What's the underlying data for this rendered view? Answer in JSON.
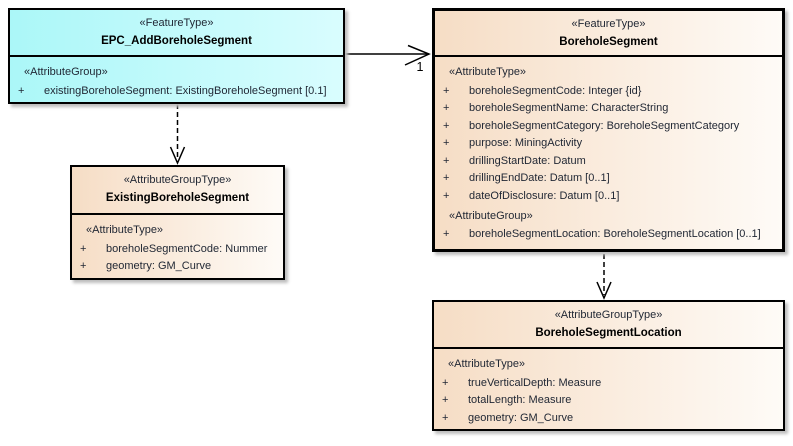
{
  "boxes": {
    "epc": {
      "stereotype": "«FeatureType»",
      "name": "EPC_AddBoreholeSegment",
      "group_heading": "«AttributeGroup»",
      "rows": [
        {
          "vis": "+",
          "text": "existingBoreholeSegment: ExistingBoreholeSegment [0.1]"
        }
      ]
    },
    "existing": {
      "stereotype": "«AttributeGroupType»",
      "name": "ExistingBoreholeSegment",
      "type_heading": "«AttributeType»",
      "rows": [
        {
          "vis": "+",
          "text": "boreholeSegmentCode: Nummer"
        },
        {
          "vis": "+",
          "text": "geometry: GM_Curve"
        }
      ]
    },
    "borehole": {
      "stereotype": "«FeatureType»",
      "name": "BoreholeSegment",
      "type_heading": "«AttributeType»",
      "type_rows": [
        {
          "vis": "+",
          "text": "boreholeSegmentCode: Integer {id}"
        },
        {
          "vis": "+",
          "text": "boreholeSegmentName: CharacterString"
        },
        {
          "vis": "+",
          "text": "boreholeSegmentCategory: BoreholeSegmentCategory"
        },
        {
          "vis": "+",
          "text": "purpose: MiningActivity"
        },
        {
          "vis": "+",
          "text": "drillingStartDate: Datum"
        },
        {
          "vis": "+",
          "text": "drillingEndDate: Datum [0..1]"
        },
        {
          "vis": "+",
          "text": "dateOfDisclosure: Datum [0..1]"
        }
      ],
      "group_heading": "«AttributeGroup»",
      "group_rows": [
        {
          "vis": "+",
          "text": "boreholeSegmentLocation: BoreholeSegmentLocation [0..1]"
        }
      ]
    },
    "location": {
      "stereotype": "«AttributeGroupType»",
      "name": "BoreholeSegmentLocation",
      "type_heading": "«AttributeType»",
      "rows": [
        {
          "vis": "+",
          "text": "trueVerticalDepth: Measure"
        },
        {
          "vis": "+",
          "text": "totalLength: Measure"
        },
        {
          "vis": "+",
          "text": "geometry: GM_Curve"
        }
      ]
    }
  },
  "connectors": {
    "association": {
      "target_multiplicity": "1",
      "style": "solid-open-arrow"
    },
    "dependency_left": {
      "style": "dashed-open-arrow"
    },
    "dependency_right": {
      "style": "dashed-open-arrow"
    }
  },
  "colors": {
    "feature_fill_left": "#abf7f8",
    "feature_fill_right": "#d9fdfe",
    "default_fill_left": "#f6ddc5",
    "default_fill_right": "#fefbf7",
    "border": "#000000",
    "text": "#1f2633"
  }
}
